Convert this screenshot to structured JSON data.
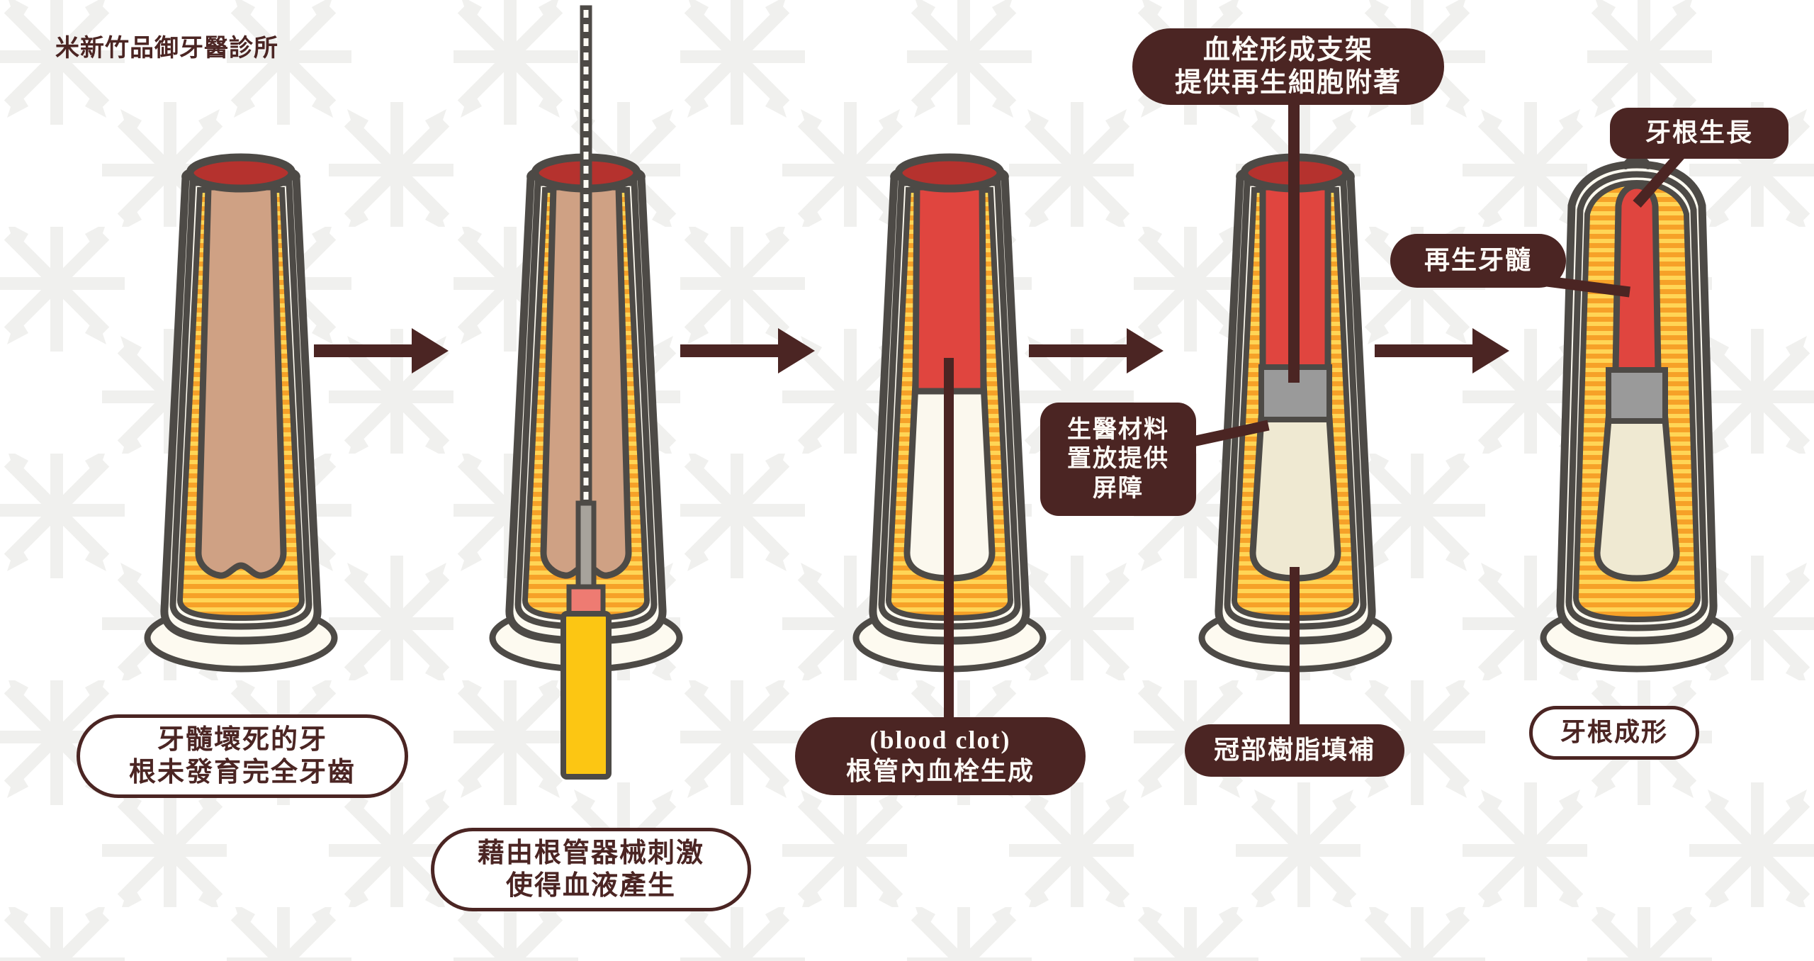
{
  "brand": {
    "logo_text": "米新竹品御牙醫診所"
  },
  "palette": {
    "dark_brown": "#4b2523",
    "outline_gray": "#4d4a46",
    "enamel_cream": "#f6ecd7",
    "dentin_orange": "#f5a623",
    "dentin_stripe": "#ffd24d",
    "necrotic_pulp": "#cfa184",
    "blood_red": "#e0453f",
    "crown_red": "#b5322e",
    "barrier_gray": "#9a9a9a",
    "root_fill_cream": "#efe9d2",
    "file_handle_yellow": "#fcc613",
    "file_band_red": "#ee7b72",
    "background": "#ffffff",
    "watermark": "#f1f1ef"
  },
  "steps": [
    {
      "id": "step-1",
      "caption_style": "outline",
      "caption_lines": [
        "牙髓壞死的牙",
        "根未發育完全牙齒"
      ]
    },
    {
      "id": "step-2",
      "caption_style": "outline",
      "caption_lines": [
        "藉由根管器械刺激",
        "使得血液產生"
      ]
    },
    {
      "id": "step-3",
      "caption_style": "filled",
      "caption_lines": [
        "(blood clot)",
        "根管內血栓生成"
      ]
    },
    {
      "id": "step-4",
      "caption_style": "filled",
      "caption_lines": [
        "冠部樹脂填補"
      ]
    },
    {
      "id": "step-5",
      "caption_style": "outline",
      "caption_lines": [
        "牙根成形"
      ]
    }
  ],
  "callouts": [
    {
      "id": "callout-scaffold",
      "style": "filled",
      "lines": [
        "血栓形成支架",
        "提供再生細胞附著"
      ]
    },
    {
      "id": "callout-biomaterial",
      "style": "filled",
      "lines": [
        "生醫材料",
        "置放提供",
        "屏障"
      ]
    },
    {
      "id": "callout-regenerated-pulp",
      "style": "filled",
      "lines": [
        "再生牙髓"
      ]
    },
    {
      "id": "callout-root-growth",
      "style": "filled",
      "lines": [
        "牙根生長"
      ]
    }
  ],
  "arrows": {
    "count": 4,
    "direction": "right"
  }
}
